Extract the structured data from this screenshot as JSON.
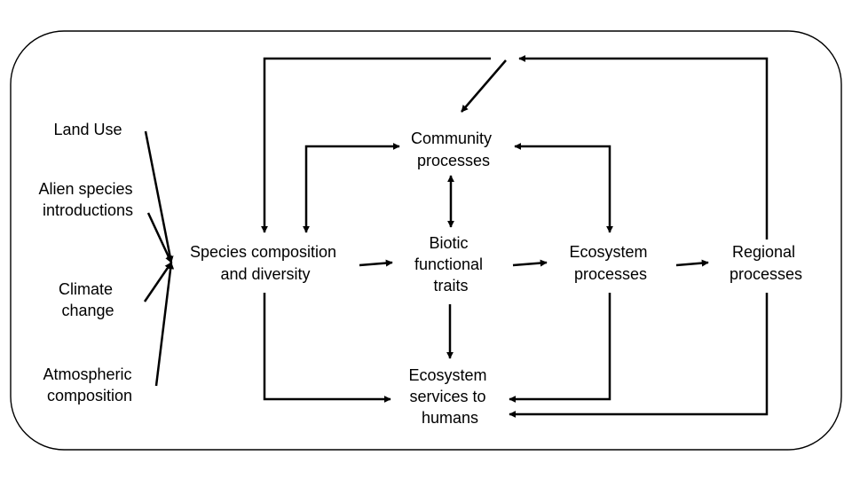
{
  "drivers": {
    "land_use": [
      "Land Use"
    ],
    "alien_species": [
      "Alien species",
      "introductions"
    ],
    "climate_change": [
      "Climate",
      "change"
    ],
    "atmospheric": [
      "Atmospheric",
      "composition"
    ]
  },
  "nodes": {
    "species": [
      "Species composition",
      "and diversity"
    ],
    "community": [
      "Community",
      "processes"
    ],
    "traits": [
      "Biotic",
      "functional",
      "traits"
    ],
    "ecosystem": [
      "Ecosystem",
      "processes"
    ],
    "regional": [
      "Regional",
      "processes"
    ],
    "services": [
      "Ecosystem",
      "services to",
      "humans"
    ]
  }
}
